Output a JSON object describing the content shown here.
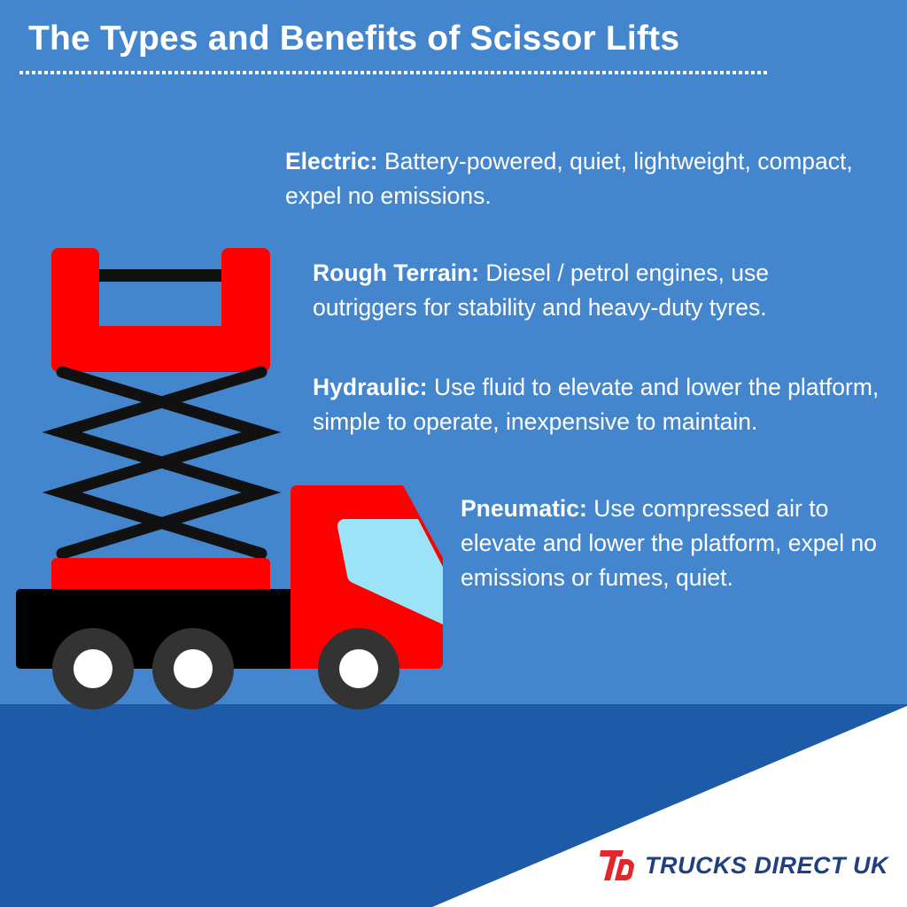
{
  "title": "The Types and Benefits of Scissor Lifts",
  "types": [
    {
      "name": "Electric:",
      "description": "Battery-powered, quiet, lightweight, compact, expel no emissions."
    },
    {
      "name": "Rough Terrain:",
      "description": "Diesel / petrol engines, use outriggers for stability and heavy-duty tyres."
    },
    {
      "name": "Hydraulic:",
      "description": "Use fluid to elevate and lower the platform, simple to operate, inexpensive to maintain."
    },
    {
      "name": "Pneumatic:",
      "description": "Use compressed air to elevate and lower the platform, expel no emissions or fumes, quiet."
    }
  ],
  "brand": {
    "name": "TRUCKS DIRECT UK",
    "logo_letters": "TD"
  },
  "colors": {
    "background": "#4486CE",
    "ground": "#1D5BA8",
    "red": "#FF0000",
    "window": "#9BE4F8",
    "brand_navy": "#1F3F7E",
    "brand_red": "#E3262B"
  }
}
